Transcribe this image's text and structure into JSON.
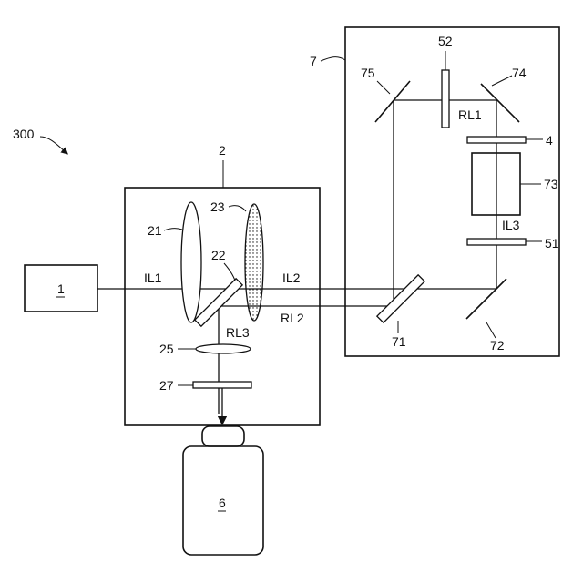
{
  "figure": {
    "system_ref": "300",
    "components": {
      "light_source": "1",
      "module": "2",
      "lens_21": "21",
      "splitter_22": "22",
      "lens_23": "23",
      "lens_25": "25",
      "plate_27": "27",
      "plate_4": "4",
      "plate_51": "51",
      "plate_52": "52",
      "detector": "6",
      "module_7": "7",
      "splitter_71": "71",
      "mirror_72": "72",
      "element_73": "73",
      "mirror_74": "74",
      "mirror_75": "75"
    },
    "beams": {
      "il1": "IL1",
      "il2": "IL2",
      "il3": "IL3",
      "rl1": "RL1",
      "rl2": "RL2",
      "rl3": "RL3"
    }
  }
}
